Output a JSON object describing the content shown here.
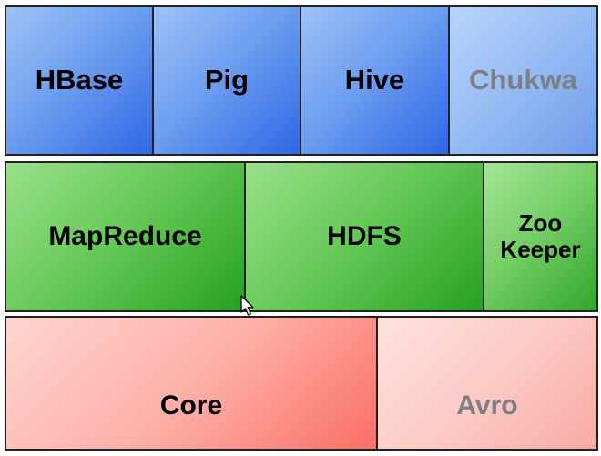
{
  "rows": {
    "top": {
      "blocks": [
        {
          "label": "HBase"
        },
        {
          "label": "Pig"
        },
        {
          "label": "Hive"
        },
        {
          "label": "Chukwa"
        }
      ]
    },
    "middle": {
      "blocks": [
        {
          "label": "MapReduce"
        },
        {
          "label": "HDFS"
        },
        {
          "label": "Zoo",
          "label2": "Keeper"
        }
      ]
    },
    "bottom": {
      "blocks": [
        {
          "label": "Core"
        },
        {
          "label": "Avro"
        }
      ]
    }
  },
  "colors": {
    "top_row": "#4a82ea",
    "middle_row": "#49b53e",
    "bottom_row": "#fb8c84",
    "muted_text": "#7d7f86"
  },
  "icons": {
    "cursor": "mouse-pointer-icon"
  }
}
